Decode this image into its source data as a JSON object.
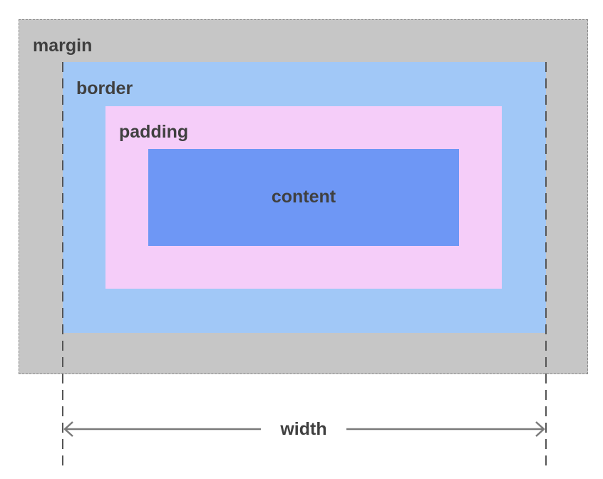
{
  "diagram": {
    "labels": {
      "margin": "margin",
      "border": "border",
      "padding": "padding",
      "content": "content",
      "width": "width"
    },
    "colors": {
      "margin": "#c6c6c6",
      "border": "#a1c8f7",
      "padding": "#f5cdf9",
      "content": "#6e97f5",
      "guides": "#555555",
      "arrow": "#7a7a7a",
      "text": "#404040"
    }
  }
}
